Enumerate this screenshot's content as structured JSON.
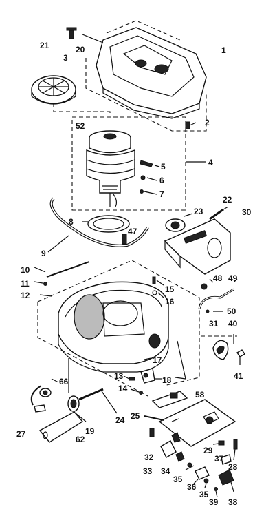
{
  "diagram": {
    "callouts": {
      "c1": "1",
      "c2": "2",
      "c3": "3",
      "c4": "4",
      "c5": "5",
      "c6": "6",
      "c7": "7",
      "c8": "8",
      "c9": "9",
      "c10": "10",
      "c11": "11",
      "c12": "12",
      "c13": "13",
      "c14": "14",
      "c15": "15",
      "c16": "16",
      "c17": "17",
      "c18": "18",
      "c19": "19",
      "c20": "20",
      "c21": "21",
      "c22": "22",
      "c23": "23",
      "c24": "24",
      "c25": "25",
      "c27": "27",
      "c28": "28",
      "c29": "29",
      "c30": "30",
      "c31": "31",
      "c32": "32",
      "c33": "33",
      "c34": "34",
      "c35a": "35",
      "c35b": "35",
      "c36": "36",
      "c37": "37",
      "c38": "38",
      "c39": "39",
      "c40": "40",
      "c41": "41",
      "c47": "47",
      "c48": "48",
      "c49": "49",
      "c50": "50",
      "c52": "52",
      "c58": "58",
      "c62": "62",
      "c66": "66"
    }
  }
}
